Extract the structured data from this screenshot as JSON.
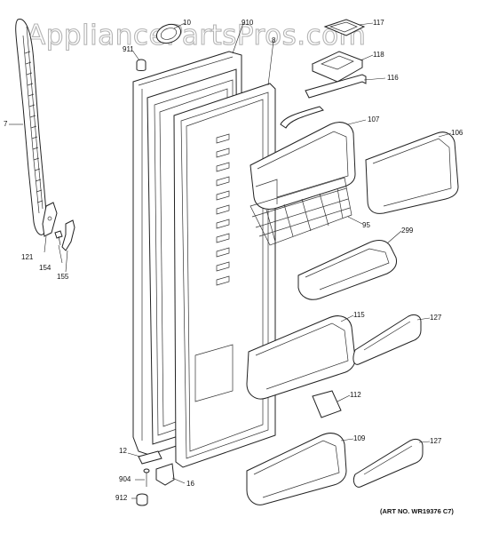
{
  "watermark": "AppliancePartsPros.com",
  "art_number": "(ART NO. WR19376 C7)",
  "labels": {
    "p7": "7",
    "p911": "911",
    "p10": "10",
    "p910": "910",
    "p8": "8",
    "p117": "117",
    "p118": "118",
    "p116": "116",
    "p107": "107",
    "p106": "106",
    "p95": "95",
    "p299": "299",
    "p115": "115",
    "p127a": "127",
    "p112": "112",
    "p109": "109",
    "p127b": "127",
    "p121": "121",
    "p154": "154",
    "p155": "155",
    "p12": "12",
    "p904": "904",
    "p16": "16",
    "p912": "912"
  }
}
